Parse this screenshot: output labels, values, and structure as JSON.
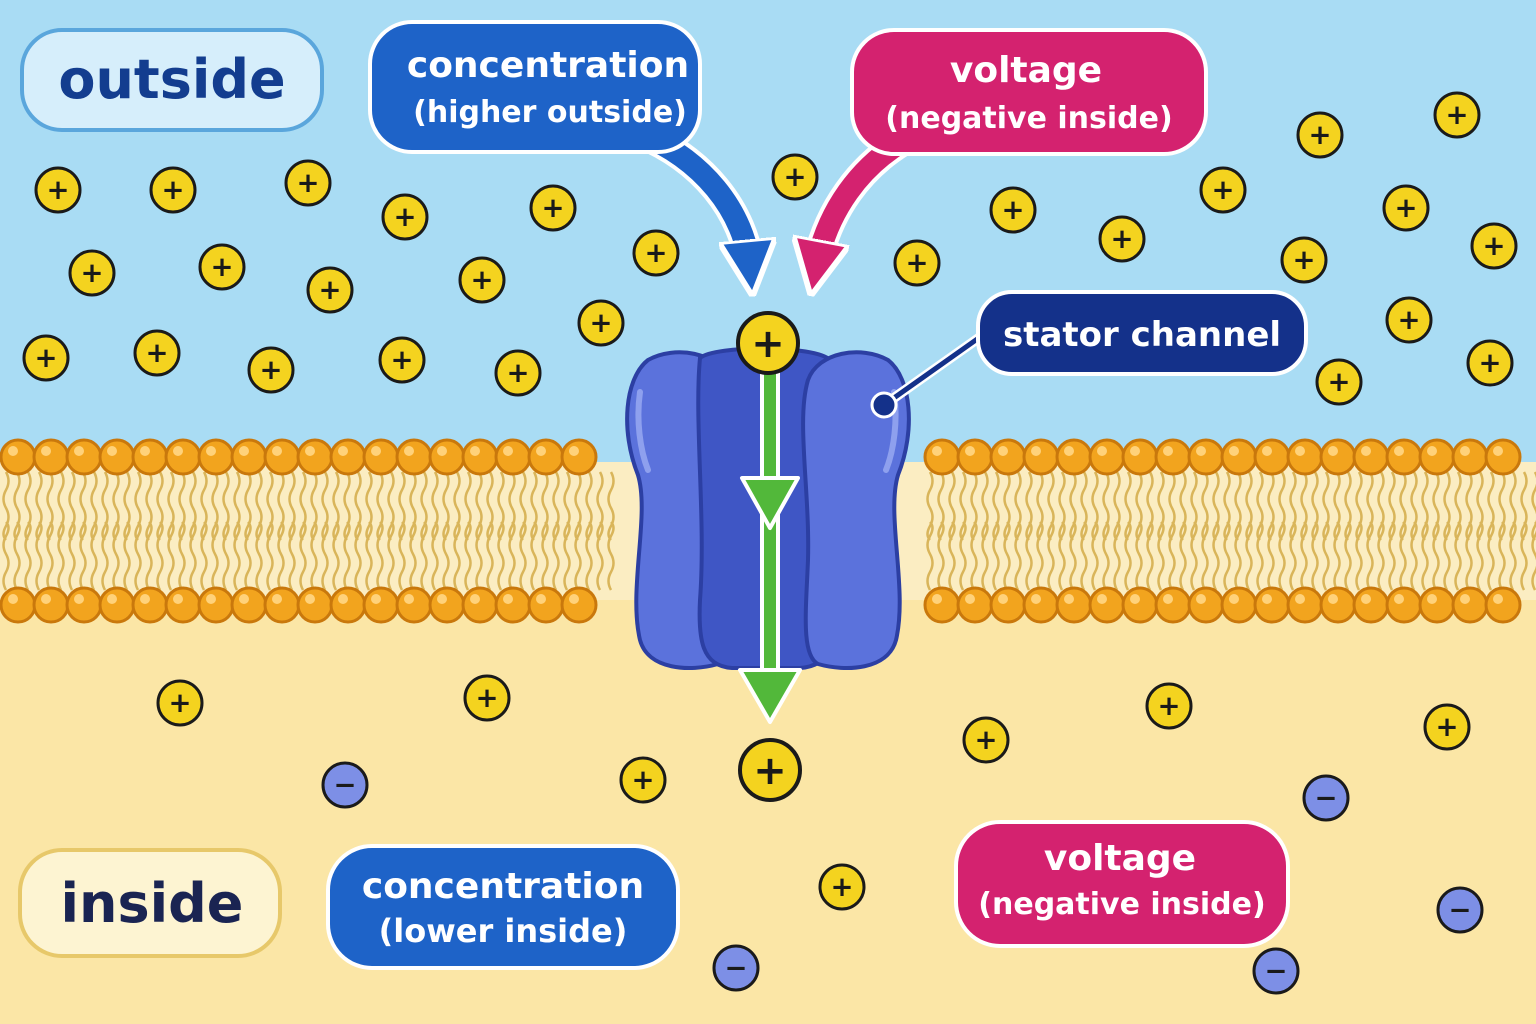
{
  "regions": {
    "outside": {
      "label": "outside",
      "color": "#a9dcf4"
    },
    "inside": {
      "label": "inside",
      "color": "#fbe6a6"
    }
  },
  "labels": {
    "concentration_outside": {
      "line1": "concentration",
      "line2": "(higher outside)"
    },
    "voltage_outside": {
      "line1": "voltage",
      "line2": "(negative inside)"
    },
    "stator_channel": "stator channel",
    "concentration_inside": {
      "line1": "concentration",
      "line2": "(lower inside)"
    },
    "voltage_inside": {
      "line1": "voltage",
      "line2": "(negative inside)"
    }
  },
  "ions": {
    "positive_symbol": "+",
    "negative_symbol": "−"
  },
  "colors": {
    "concentration": "#1e63c8",
    "voltage": "#d4226f",
    "stator_label": "#14318a",
    "channel": "#5b72dc",
    "flow_arrow": "#52b83a",
    "positive_ion": "#f4d31f",
    "negative_ion": "#7d8fe6",
    "lipid_head": "#f2a41e",
    "lipid_tail": "#d9b55a"
  }
}
